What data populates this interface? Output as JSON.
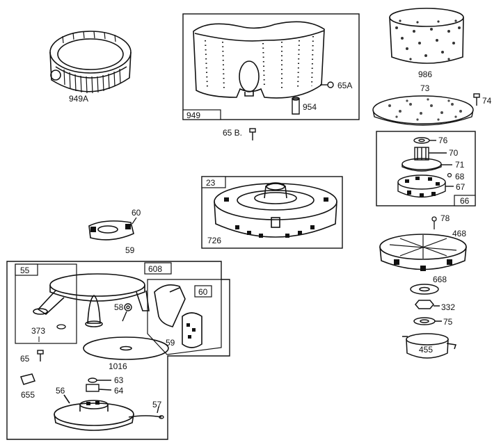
{
  "diagram": {
    "part_labels": {
      "p949A": "949A",
      "p949": "949",
      "p65A": "65A",
      "p954": "954",
      "p65B": "65 B.",
      "p986": "986",
      "p73": "73",
      "p74": "74",
      "p76": "76",
      "p70": "70",
      "p71": "71",
      "p68": "68",
      "p67": "67",
      "p66": "66",
      "p23": "23",
      "p726": "726",
      "p60a": "60",
      "p59a": "59",
      "p78": "78",
      "p468": "468",
      "p668": "668",
      "p332": "332",
      "p75": "75",
      "p455": "455",
      "p55": "55",
      "p608": "608",
      "p373": "373",
      "p58": "58",
      "p60b": "60",
      "p59b": "59",
      "p65": "65",
      "p1016": "1016",
      "p655": "655",
      "p63": "63",
      "p64": "64",
      "p56": "56",
      "p57": "57"
    }
  }
}
